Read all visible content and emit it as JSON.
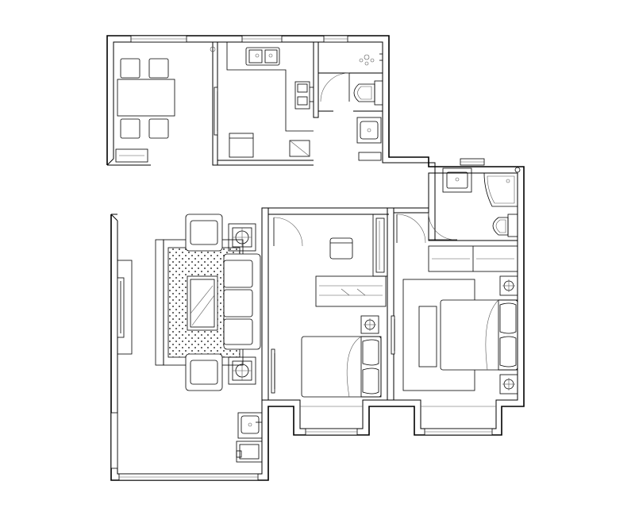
{
  "diagram": {
    "type": "floor-plan",
    "background": "#ffffff",
    "line_color": "#000000",
    "rooms": [
      "dining-area",
      "kitchen",
      "bathroom-upper",
      "bathroom-lower",
      "living-room",
      "bedroom-secondary",
      "bedroom-master",
      "balcony-left",
      "balcony-middle",
      "balcony-right"
    ],
    "text_labels": []
  }
}
